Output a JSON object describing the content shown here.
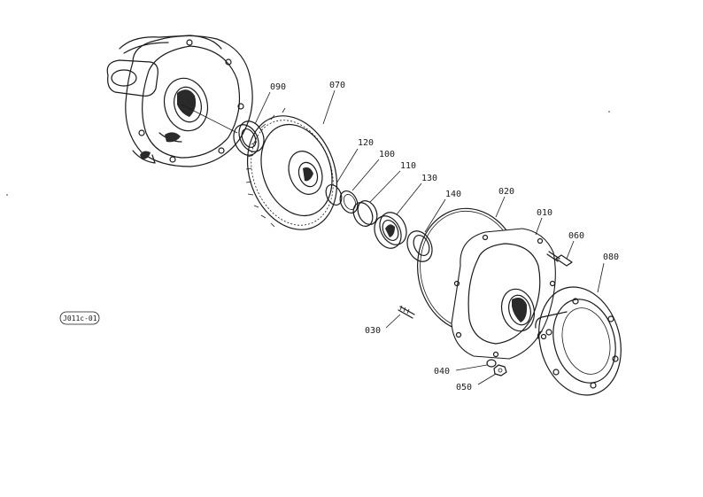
{
  "diagram": {
    "reference_code": "J011c-01",
    "callouts": {
      "p010": "010",
      "p020": "020",
      "p030": "030",
      "p040": "040",
      "p050": "050",
      "p060": "060",
      "p070": "070",
      "p080": "080",
      "p090": "090",
      "p100": "100",
      "p110": "110",
      "p120": "120",
      "p130": "130",
      "p140": "140"
    }
  }
}
